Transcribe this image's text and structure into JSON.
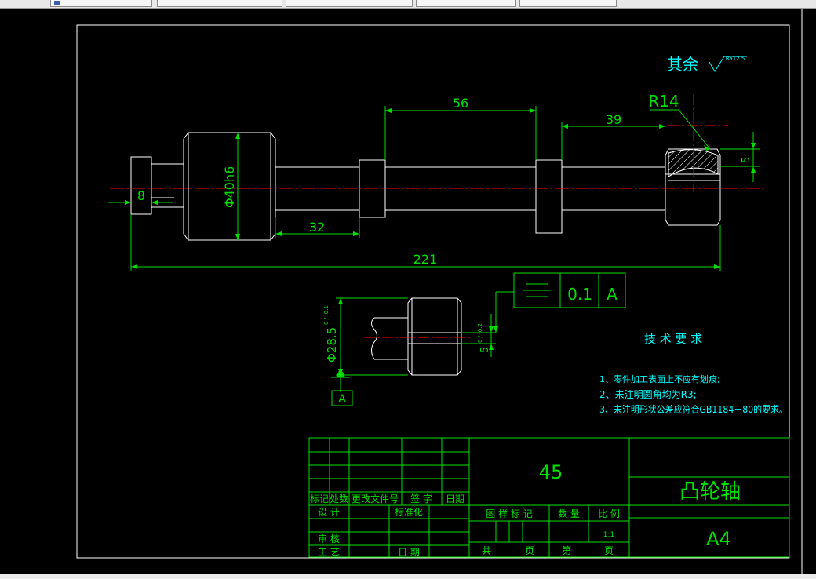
{
  "window": {
    "toolbar_icons": [
      "toolbar-button-icon"
    ]
  },
  "drawing": {
    "dims": {
      "d8": "8",
      "d56": "56",
      "d39": "39",
      "d32": "32",
      "d221": "221",
      "r14": "R14",
      "d5": "5",
      "dia40": "Φ40h6",
      "dia28": "Φ28.5",
      "dia28_tol": "0 / -0.1",
      "key5": "5",
      "key5_tol": "0 / -0.2"
    },
    "surface_label": "其余",
    "roughness": "Ra12.5",
    "tolerance_frame": {
      "symbol": "symmetry",
      "value": "0.1",
      "datum": "A"
    },
    "datum_label": "A",
    "tech_title": "技 术 要 求",
    "notes": [
      "1、零件加工表面上不应有划痕;",
      "2、未注明圆角均为R3;",
      "3、未注明形状公差应符合GB1184－80的要求。"
    ],
    "title_block": {
      "material": "45",
      "part_name": "凸轮轴",
      "sheet_size": "A4",
      "col_mark": "标记",
      "col_count": "处数",
      "col_doc": "更改文件号",
      "col_sign": "签 字",
      "col_date": "日期",
      "design": "设 计",
      "standard": "标准化",
      "review": "审 核",
      "process": "工 艺",
      "date2": "日 期",
      "stage_mark": "图 样 标 记",
      "qty": "数 量",
      "scale": "比 例",
      "scale_value": "1:1",
      "total": "共",
      "page": "页",
      "nth": "第",
      "page2": "页"
    }
  },
  "colors": {
    "green": "#00e000",
    "cyan": "#00ffff",
    "red": "#ff0000",
    "white": "#ffffff"
  }
}
